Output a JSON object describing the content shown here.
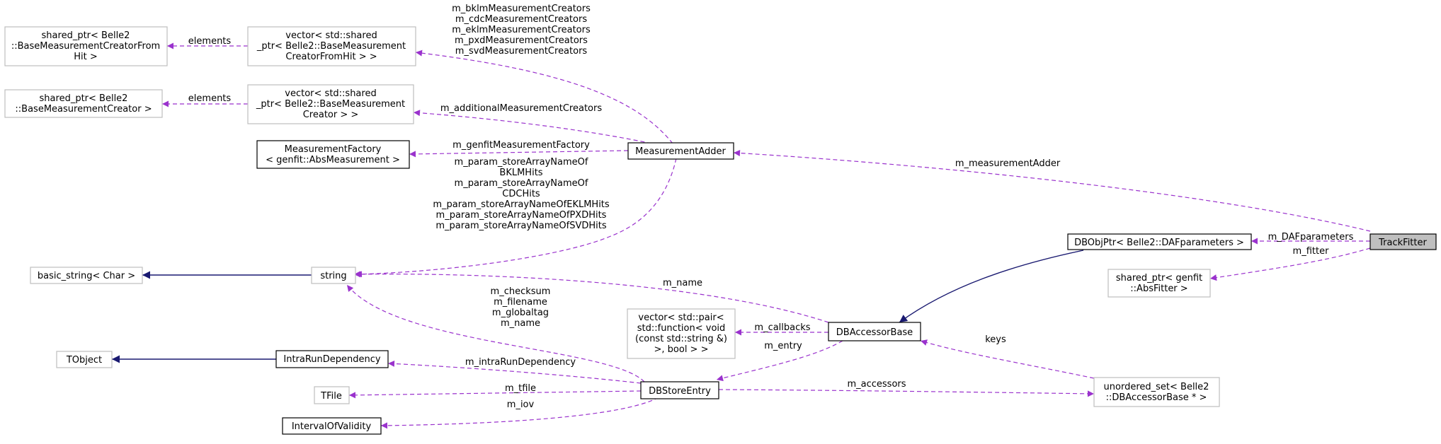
{
  "colors": {
    "member_edge": "#9a32cd",
    "inheritance_edge": "#191970",
    "undocumented_border": "#bfbfbf",
    "highlight_fill": "#bfbfbf"
  },
  "nodes": {
    "track_fitter": [
      "TrackFitter"
    ],
    "dbobjptr": [
      "DBObjPtr< Belle2::DAFparameters >"
    ],
    "shared_ptr_absfitter": [
      "shared_ptr< genfit",
      "::AbsFitter >"
    ],
    "dbaccessorbase": [
      "DBAccessorBase"
    ],
    "vector_pair": [
      "vector< std::pair<",
      "std::function< void",
      "(const std::string &)",
      ">, bool > >"
    ],
    "unordered_set": [
      "unordered_set< Belle2",
      "::DBAccessorBase * >"
    ],
    "dbstoreentry": [
      "DBStoreEntry"
    ],
    "measurement_adder": [
      "MeasurementAdder"
    ],
    "string": [
      "string"
    ],
    "basic_string": [
      "basic_string< Char >"
    ],
    "tobject": [
      "TObject"
    ],
    "intrarundependency": [
      "IntraRunDependency"
    ],
    "tfile": [
      "TFile"
    ],
    "intervalofvalidity": [
      "IntervalOfValidity"
    ],
    "measurement_factory": [
      "MeasurementFactory",
      "< genfit::AbsMeasurement >"
    ],
    "vector_bmc": [
      "vector< std::shared",
      "_ptr< Belle2::BaseMeasurement",
      "Creator > >"
    ],
    "shared_ptr_bmc": [
      "shared_ptr< Belle2",
      "::BaseMeasurementCreator >"
    ],
    "vector_bmcfh": [
      "vector< std::shared",
      "_ptr< Belle2::BaseMeasurement",
      "CreatorFromHit > >"
    ],
    "shared_ptr_bmcfh": [
      "shared_ptr< Belle2",
      "::BaseMeasurementCreatorFrom",
      "Hit >"
    ]
  },
  "edges": {
    "m_measurementAdder": [
      "m_measurementAdder"
    ],
    "m_DAFparameters": [
      "m_DAFparameters"
    ],
    "m_fitter": [
      "m_fitter"
    ],
    "m_name": [
      "m_name"
    ],
    "m_callbacks": [
      "m_callbacks"
    ],
    "m_entry": [
      "m_entry"
    ],
    "keys": [
      "keys"
    ],
    "m_accessors": [
      "m_accessors"
    ],
    "dbstoreentry_strings": [
      "m_checksum",
      "m_filename",
      "m_globaltag",
      "m_name"
    ],
    "m_intraRunDependency": [
      "m_intraRunDependency"
    ],
    "m_tfile": [
      "m_tfile"
    ],
    "m_iov": [
      "m_iov"
    ],
    "m_genfitMeasurementFactory": [
      "m_genfitMeasurementFactory"
    ],
    "m_additionalMeasurementCreators": [
      "m_additionalMeasurementCreators"
    ],
    "measurement_creator_members": [
      "m_bklmMeasurementCreators",
      "m_cdcMeasurementCreators",
      "m_eklmMeasurementCreators",
      "m_pxdMeasurementCreators",
      "m_svdMeasurementCreators"
    ],
    "store_array_names": [
      "m_param_storeArrayNameOf",
      "BKLMHits",
      "m_param_storeArrayNameOf",
      "CDCHits",
      "m_param_storeArrayNameOfEKLMHits",
      "m_param_storeArrayNameOfPXDHits",
      "m_param_storeArrayNameOfSVDHits"
    ],
    "elements_1": [
      "elements"
    ],
    "elements_2": [
      "elements"
    ]
  }
}
